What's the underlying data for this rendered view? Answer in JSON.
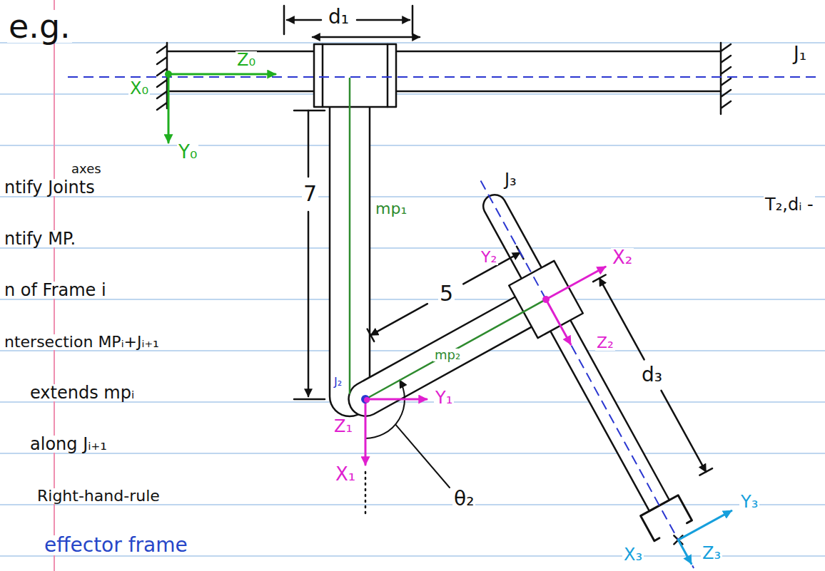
{
  "diagram": {
    "labels": [
      "e.g.",
      "d₁",
      "J₁",
      "Z₀",
      "X₀",
      "Y₀",
      "axes",
      "ntify Joints",
      "ntify MP.",
      "n of Frame i",
      "ntersection MPᵢ+Jᵢ₊₁",
      "extends mpᵢ",
      "along Jᵢ₊₁",
      "Right-hand-rule",
      "effector frame",
      "T₂,dᵢ -",
      "7",
      "mp₁",
      "5",
      "J₂",
      "J₃",
      "mp₂",
      "X₂",
      "Y₂",
      "Z₂",
      "d₃",
      "Z₁",
      "Y₁",
      "X₁",
      "θ₂",
      "X₃",
      "Y₃",
      "Z₃"
    ]
  }
}
